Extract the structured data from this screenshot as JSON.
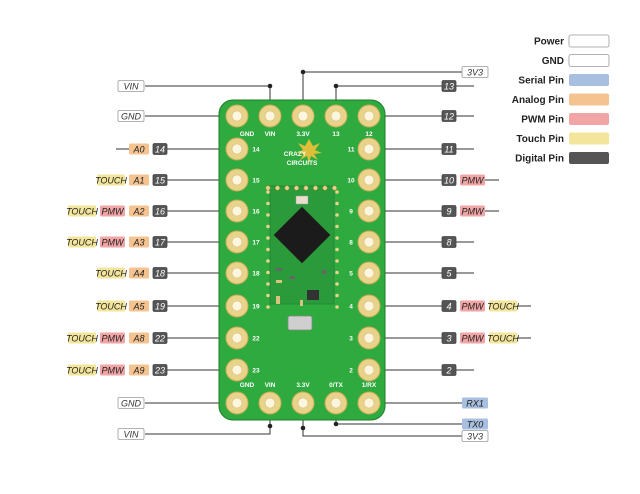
{
  "colors": {
    "power": "#ffffff",
    "gnd": "#ffffff",
    "serial": "#a9bfdf",
    "analog": "#f4c38f",
    "pwm": "#f2a5a5",
    "touch": "#f3e59b",
    "digital": "#555555",
    "board": "#2eaa3e",
    "pad": "#e9d28a"
  },
  "legend": [
    {
      "label": "Power",
      "color": "power"
    },
    {
      "label": "GND",
      "color": "gnd"
    },
    {
      "label": "Serial Pin",
      "color": "serial"
    },
    {
      "label": "Analog Pin",
      "color": "analog"
    },
    {
      "label": "PWM Pin",
      "color": "pwm"
    },
    {
      "label": "Touch Pin",
      "color": "touch"
    },
    {
      "label": "Digital Pin",
      "color": "digital"
    }
  ],
  "board": {
    "logo_line1": "CRAZY",
    "logo_line2": "CIRCUITS",
    "top_pin_labels": [
      "GND",
      "VIN",
      "3.3V",
      "13",
      "12"
    ],
    "bottom_pin_labels": [
      "GND",
      "VIN",
      "3.3V",
      "0/TX",
      "1/RX"
    ],
    "left_pin_labels": [
      "14",
      "15",
      "16",
      "17",
      "18",
      "19",
      "22",
      "23"
    ],
    "right_pin_labels": [
      "11",
      "10",
      "9",
      "8",
      "5",
      "4",
      "3",
      "2"
    ]
  },
  "top_callouts": [
    {
      "text": "VIN",
      "type": "power"
    },
    {
      "text": "3V3",
      "type": "power"
    },
    {
      "text": "13",
      "type": "digital"
    },
    {
      "text": "GND",
      "type": "gnd"
    },
    {
      "text": "12",
      "type": "digital"
    }
  ],
  "bottom_callouts": [
    {
      "text": "GND",
      "type": "gnd"
    },
    {
      "text": "RX1",
      "type": "serial"
    },
    {
      "text": "TX0",
      "type": "serial"
    },
    {
      "text": "VIN",
      "type": "power"
    },
    {
      "text": "3V3",
      "type": "power"
    }
  ],
  "left_rows": [
    {
      "tags": [
        {
          "text": "A0",
          "type": "analog"
        }
      ],
      "pin": "14"
    },
    {
      "tags": [
        {
          "text": "TOUCH",
          "type": "touch"
        },
        {
          "text": "A1",
          "type": "analog"
        }
      ],
      "pin": "15"
    },
    {
      "tags": [
        {
          "text": "TOUCH",
          "type": "touch"
        },
        {
          "text": "PMW",
          "type": "pwm"
        },
        {
          "text": "A2",
          "type": "analog"
        }
      ],
      "pin": "16"
    },
    {
      "tags": [
        {
          "text": "TOUCH",
          "type": "touch"
        },
        {
          "text": "PMW",
          "type": "pwm"
        },
        {
          "text": "A3",
          "type": "analog"
        }
      ],
      "pin": "17"
    },
    {
      "tags": [
        {
          "text": "TOUCH",
          "type": "touch"
        },
        {
          "text": "A4",
          "type": "analog"
        }
      ],
      "pin": "18"
    },
    {
      "tags": [
        {
          "text": "TOUCH",
          "type": "touch"
        },
        {
          "text": "A5",
          "type": "analog"
        }
      ],
      "pin": "19"
    },
    {
      "tags": [
        {
          "text": "TOUCH",
          "type": "touch"
        },
        {
          "text": "PMW",
          "type": "pwm"
        },
        {
          "text": "A8",
          "type": "analog"
        }
      ],
      "pin": "22"
    },
    {
      "tags": [
        {
          "text": "TOUCH",
          "type": "touch"
        },
        {
          "text": "PMW",
          "type": "pwm"
        },
        {
          "text": "A9",
          "type": "analog"
        }
      ],
      "pin": "23"
    }
  ],
  "right_rows": [
    {
      "pin": "11",
      "tags": []
    },
    {
      "pin": "10",
      "tags": [
        {
          "text": "PMW",
          "type": "pwm"
        }
      ]
    },
    {
      "pin": "9",
      "tags": [
        {
          "text": "PMW",
          "type": "pwm"
        }
      ]
    },
    {
      "pin": "8",
      "tags": []
    },
    {
      "pin": "5",
      "tags": []
    },
    {
      "pin": "4",
      "tags": [
        {
          "text": "PMW",
          "type": "pwm"
        },
        {
          "text": "TOUCH",
          "type": "touch"
        }
      ]
    },
    {
      "pin": "3",
      "tags": [
        {
          "text": "PMW",
          "type": "pwm"
        },
        {
          "text": "TOUCH",
          "type": "touch"
        }
      ]
    },
    {
      "pin": "2",
      "tags": []
    }
  ]
}
